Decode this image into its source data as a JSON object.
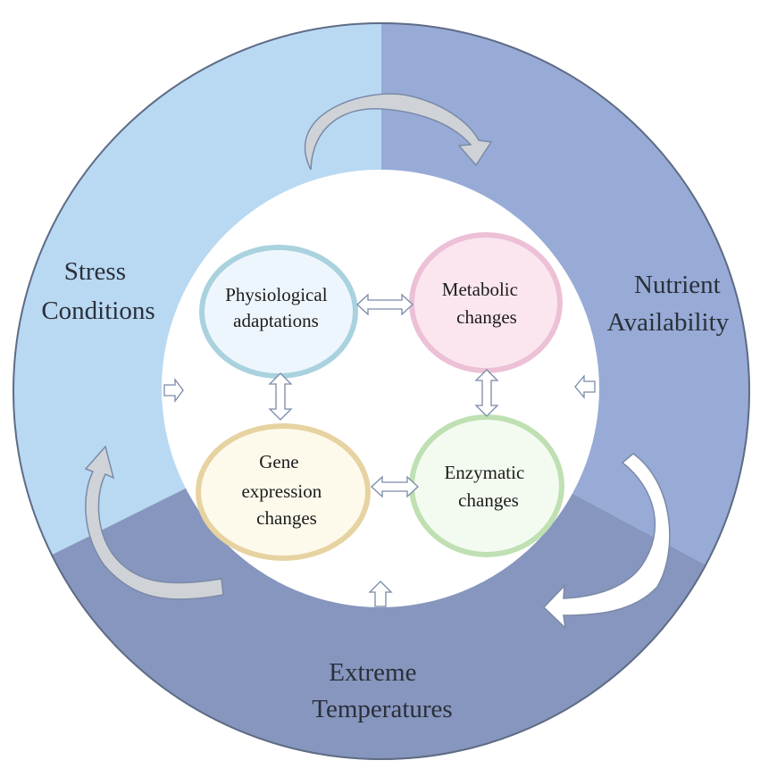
{
  "segments": [
    {
      "id": "stress",
      "lines": [
        "Stress",
        "Conditions"
      ],
      "color": "#b9d9f2"
    },
    {
      "id": "nutrient",
      "lines": [
        "Nutrient",
        "Availability"
      ],
      "color": "#97abd6"
    },
    {
      "id": "temperature",
      "lines": [
        "Extreme",
        "Temperatures"
      ],
      "color": "#8796be"
    }
  ],
  "nodes": [
    {
      "id": "physiological",
      "lines": [
        "Physiological",
        "adaptations"
      ],
      "fill": "#eef6fd",
      "stroke": "#a9d2de"
    },
    {
      "id": "metabolic",
      "lines": [
        "Metabolic",
        "changes"
      ],
      "fill": "#fbe6ef",
      "stroke": "#ecc0d6"
    },
    {
      "id": "gene",
      "lines": [
        "Gene",
        "expression",
        "changes"
      ],
      "fill": "#fdfaec",
      "stroke": "#e6d3a1"
    },
    {
      "id": "enzymatic",
      "lines": [
        "Enzymatic",
        "changes"
      ],
      "fill": "#f3fbf1",
      "stroke": "#bfe0b2"
    }
  ],
  "connections": [
    {
      "from": "physiological",
      "to": "metabolic",
      "type": "bidirectional"
    },
    {
      "from": "physiological",
      "to": "gene",
      "type": "bidirectional"
    },
    {
      "from": "metabolic",
      "to": "enzymatic",
      "type": "bidirectional"
    },
    {
      "from": "gene",
      "to": "enzymatic",
      "type": "bidirectional"
    }
  ],
  "cycle_direction": "clockwise",
  "colors": {
    "ring_outline": "#5f6c85",
    "arrow_fill": "#cfd3d7",
    "arrow_fill_light": "#ffffff",
    "arrow_stroke": "#7a8aa8"
  }
}
